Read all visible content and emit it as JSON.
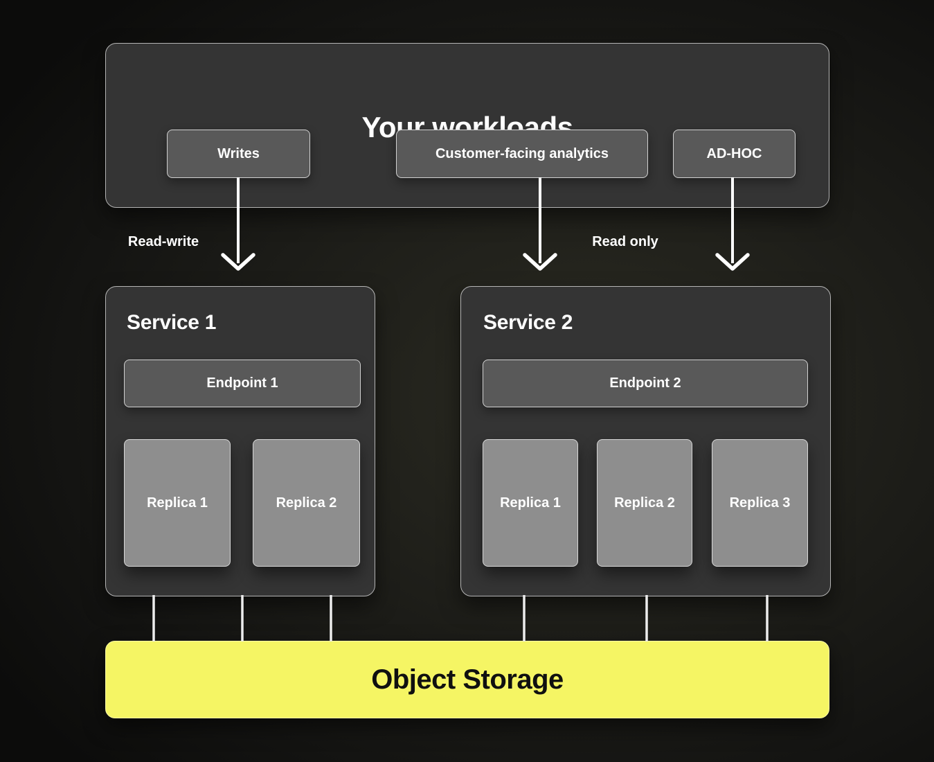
{
  "diagram": {
    "workloads": {
      "title": "Your workloads",
      "buttons": [
        {
          "label": "Writes"
        },
        {
          "label": "Customer-facing analytics"
        },
        {
          "label": "AD-HOC"
        }
      ]
    },
    "edges": {
      "read_write_label": "Read-write",
      "read_only_label": "Read only"
    },
    "services": [
      {
        "title": "Service 1",
        "endpoint_label": "Endpoint 1",
        "replicas": [
          {
            "label": "Replica 1"
          },
          {
            "label": "Replica 2"
          }
        ]
      },
      {
        "title": "Service 2",
        "endpoint_label": "Endpoint 2",
        "replicas": [
          {
            "label": "Replica 1"
          },
          {
            "label": "Replica 2"
          },
          {
            "label": "Replica 3"
          }
        ]
      }
    ],
    "storage": {
      "label": "Object Storage"
    },
    "colors": {
      "background_center": "#2b2b22",
      "background_edge": "#0c0c0b",
      "panel_fill": "#343434",
      "panel_border": "#b5b5b5",
      "node_fill": "#595959",
      "node_border": "#d2d2d2",
      "replica_fill": "#8e8e8e",
      "replica_border": "#d8d8d8",
      "storage_fill": "#f5f564",
      "storage_text": "#101010",
      "arrow": "#ffffff",
      "connector": "#ececec",
      "text": "#ffffff"
    }
  }
}
